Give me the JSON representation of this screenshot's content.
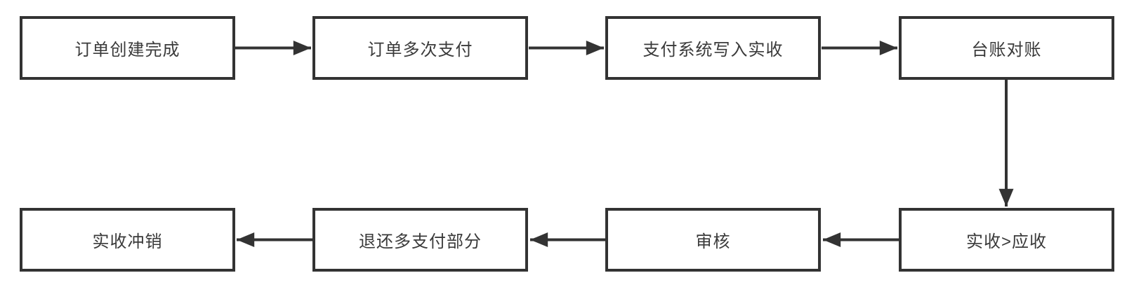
{
  "diagram": {
    "type": "flowchart",
    "colors": {
      "line": "#333333",
      "node_border": "#333333",
      "node_fill": "#ffffff",
      "text": "#3a3a3a",
      "background": "#ffffff"
    },
    "nodes": [
      {
        "id": "order-created",
        "label": "订单创建完成"
      },
      {
        "id": "order-multi-paid",
        "label": "订单多次支付"
      },
      {
        "id": "payment-system-writes",
        "label": "支付系统写入实收"
      },
      {
        "id": "ledger-reconciliation",
        "label": "台账对账"
      },
      {
        "id": "received-gt-receivable",
        "label": "实收>应收"
      },
      {
        "id": "review",
        "label": "审核"
      },
      {
        "id": "refund-overpaid-portion",
        "label": "退还多支付部分"
      },
      {
        "id": "received-writeoff",
        "label": "实收冲销"
      }
    ],
    "edges": [
      {
        "from": "order-created",
        "to": "order-multi-paid",
        "direction": "right"
      },
      {
        "from": "order-multi-paid",
        "to": "payment-system-writes",
        "direction": "right"
      },
      {
        "from": "payment-system-writes",
        "to": "ledger-reconciliation",
        "direction": "right"
      },
      {
        "from": "ledger-reconciliation",
        "to": "received-gt-receivable",
        "direction": "down"
      },
      {
        "from": "received-gt-receivable",
        "to": "review",
        "direction": "left"
      },
      {
        "from": "review",
        "to": "refund-overpaid-portion",
        "direction": "left"
      },
      {
        "from": "refund-overpaid-portion",
        "to": "received-writeoff",
        "direction": "left"
      }
    ]
  }
}
